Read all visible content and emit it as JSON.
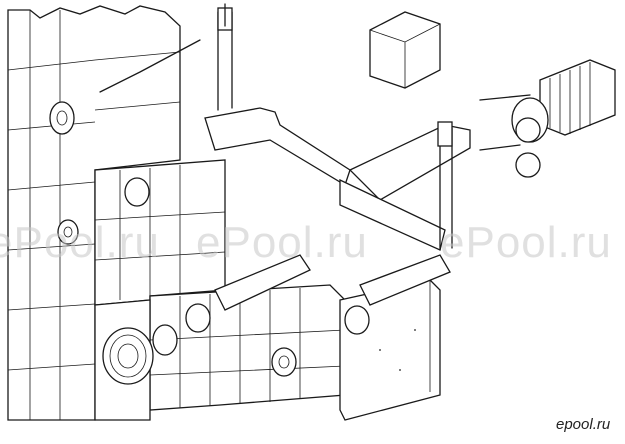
{
  "watermark": {
    "text_left": "ePool.ru",
    "text_middle": "ePool.ru",
    "text_right": "ePool.ru"
  },
  "corner_label": "epool.ru",
  "colors": {
    "line": "#1a1a1a",
    "background": "#ffffff",
    "watermark": "#c8c8c8"
  }
}
